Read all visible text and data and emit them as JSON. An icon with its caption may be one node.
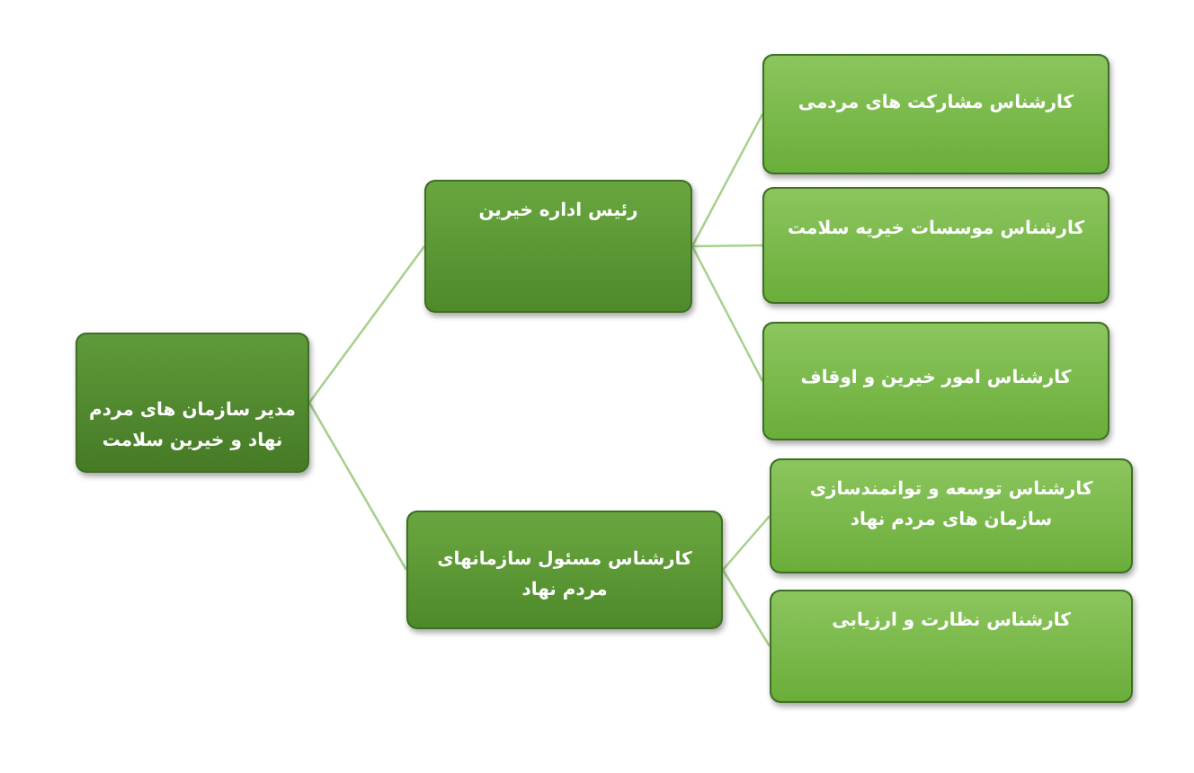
{
  "diagram": {
    "nodes": [
      {
        "text": [
          "مدیر سازمان های مردم نهاد و خیرین سلامت"
        ]
      },
      {
        "text": [
          "رئیس اداره خیرین"
        ]
      },
      {
        "text": [
          "کارشناس مسئول سازمانهای مردم نهاد"
        ]
      },
      {
        "text": [
          "کارشناس مشارکت های مردمی"
        ]
      },
      {
        "text": [
          "کارشناس موسسات خیریه سلامت"
        ]
      },
      {
        "text": [
          "کارشناس امور خیرین و اوقاف"
        ]
      },
      {
        "text": [
          "کارشناس توسعه و توانمندسازی سازمان های مردم نهاد"
        ]
      },
      {
        "text": [
          "کارشناس نظارت و ارزیابی"
        ]
      }
    ],
    "edges": [
      {
        "from": 0,
        "to": 1,
        "arrow": "none"
      },
      {
        "from": 0,
        "to": 2,
        "arrow": "none"
      },
      {
        "from": 1,
        "to": 3,
        "arrow": "none"
      },
      {
        "from": 1,
        "to": 4,
        "arrow": "none"
      },
      {
        "from": 1,
        "to": 5,
        "arrow": "none"
      },
      {
        "from": 2,
        "to": 6,
        "arrow": "none"
      },
      {
        "from": 2,
        "to": 7,
        "arrow": "none"
      }
    ]
  }
}
